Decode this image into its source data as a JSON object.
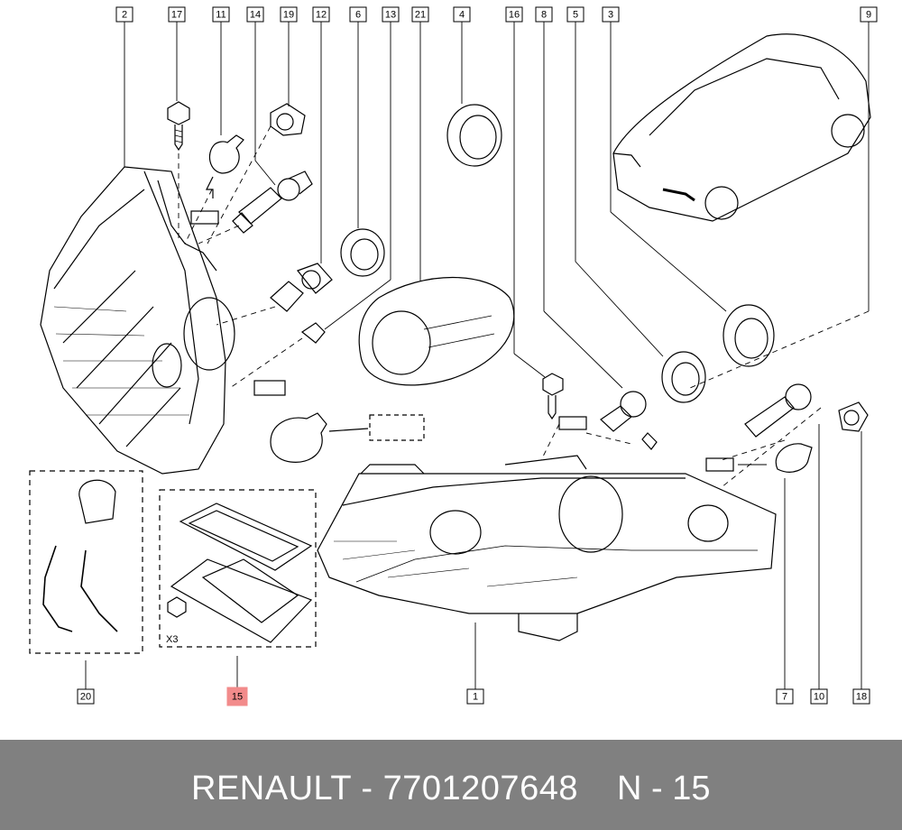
{
  "diagram": {
    "callouts": [
      "1",
      "2",
      "3",
      "4",
      "5",
      "6",
      "7",
      "8",
      "9",
      "10",
      "11",
      "12",
      "13",
      "14",
      "15",
      "16",
      "17",
      "18",
      "19",
      "20",
      "21"
    ],
    "highlighted": "15",
    "highlight_color": "#f28b8b",
    "multiplier_label": "X3"
  },
  "footer": {
    "brand_line": "RENAULT - 7701207648",
    "part_ref": "N - 15",
    "background": "#808080",
    "text_color": "#ffffff"
  }
}
